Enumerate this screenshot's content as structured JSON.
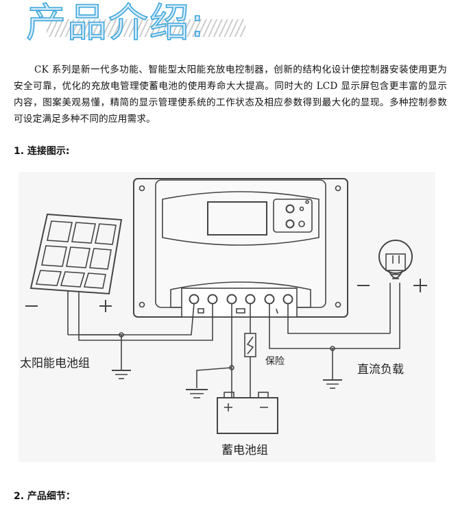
{
  "page": {
    "title": "产品介绍:",
    "intro": "CK 系列是新一代多功能、智能型太阳能充放电控制器，创新的结构化设计使控制器安装使用更为安全可靠，优化的充放电管理使蓄电池的使用寿命大大提高。同时大的 LCD 显示屏包含更丰富的显示内容，图案美观易懂，精简的显示管理使系统的工作状态及相应参数得到最大化的显现。多种控制参数可设定满足多种不同的应用需求。",
    "section1": "1.  连接图示:",
    "section2": "2.  产品细节："
  },
  "diagram": {
    "solar_label": "太阳能电池组",
    "fuse_label": "保险",
    "load_label": "直流负载",
    "battery_label": "蓄电池组",
    "minus": "−",
    "plus": "+",
    "line_color": "#444444"
  }
}
